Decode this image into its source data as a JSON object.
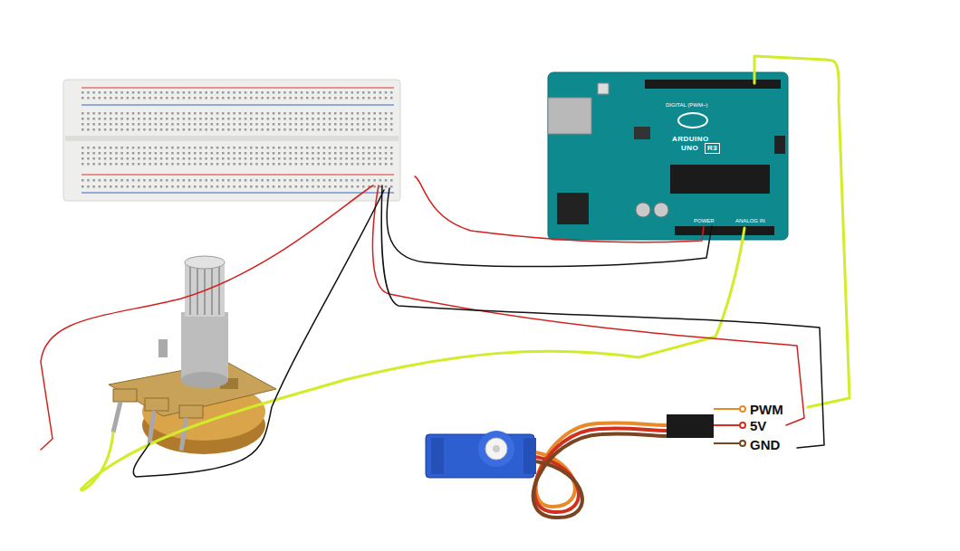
{
  "diagram": {
    "labels": [
      "PWM",
      "5V",
      "GND",
      "ARDUINO",
      "UNO",
      "R3",
      "DIGITAL (PWM~)",
      "POWER",
      "ANALOG IN"
    ]
  }
}
